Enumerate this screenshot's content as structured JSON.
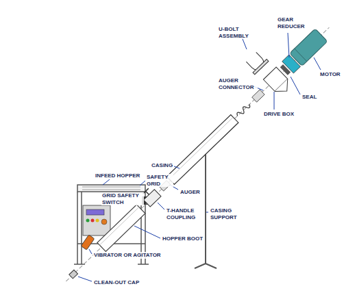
{
  "diagram": {
    "labels": [
      "U-BOLT ASSEMBLY",
      "GEAR REDUCER",
      "AUGER CONNECTOR",
      "MOTOR",
      "SEAL",
      "DRIVE BOX",
      "CASING",
      "INFEED HOPPER",
      "SAFETY GRID",
      "GRID SAFETY SWITCH",
      "AUGER",
      "CASING SUPPORT",
      "T-HANDLE COUPLING",
      "HOPPER BOOT",
      "VIBRATOR OR AGITATOR",
      "CLEAN-OUT CAP"
    ]
  }
}
